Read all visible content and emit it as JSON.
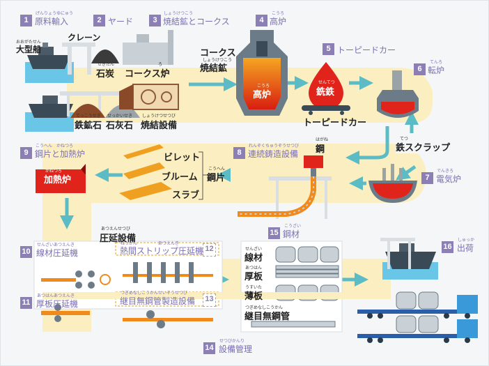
{
  "steps": {
    "s1": {
      "num": "1",
      "title": "原料輸入",
      "ruby": "げんりょうゆにゅう"
    },
    "s2": {
      "num": "2",
      "title": "ヤード"
    },
    "s3": {
      "num": "3",
      "title": "焼結鉱とコークス",
      "ruby": "しょうけつこう"
    },
    "s4": {
      "num": "4",
      "title": "高炉",
      "ruby": "こうろ"
    },
    "s5": {
      "num": "5",
      "title": "トーピードカー"
    },
    "s6": {
      "num": "6",
      "title": "転炉",
      "ruby": "てんろ"
    },
    "s7": {
      "num": "7",
      "title": "電気炉",
      "ruby": "でんきろ"
    },
    "s8": {
      "num": "8",
      "title": "連続鋳造設備",
      "ruby": "れんぞくちゅうぞうせつび"
    },
    "s9": {
      "num": "9",
      "title": "鋼片と加熱炉",
      "ruby": "こうへん　かねつろ"
    },
    "s10": {
      "num": "10",
      "title": "線材圧延機",
      "ruby": "せんざいあつえんき"
    },
    "s11": {
      "num": "11",
      "title": "厚板圧延機",
      "ruby": "あつはんあつえんき"
    },
    "s12": {
      "num": "12",
      "title": "熱間ストリップ圧延機",
      "ruby": "ねっかん　　　　　あつえんき"
    },
    "s13": {
      "num": "13",
      "title": "継目無鋼管製造設備",
      "ruby": "つぎめなしこうかんせいぞうせつび"
    },
    "s14": {
      "num": "14",
      "title": "設備管理",
      "ruby": "せつびかんり"
    },
    "s15": {
      "num": "15",
      "title": "鋼材",
      "ruby": "こうざい"
    },
    "s16": {
      "num": "16",
      "title": "出荷",
      "ruby": "しゅっか"
    }
  },
  "labels": {
    "ship_big": "大型船",
    "ship_big_ruby": "おおがたせん",
    "crane": "クレーン",
    "coal": "石炭",
    "coal_ruby": "せきたん",
    "coke_oven": "コークス炉",
    "coke_oven_ruby": "ろ",
    "iron_ore": "鉄鉱石",
    "iron_ore_ruby": "てっこうせき",
    "limestone": "石灰石",
    "limestone_ruby": "せっかいせき",
    "sinter_plant": "焼結設備",
    "sinter_plant_ruby": "しょうけつせつび",
    "coke": "コークス",
    "sinter_ore": "焼結鉱",
    "sinter_ore_ruby": "しょうけつこう",
    "blast_furnace": "高炉",
    "blast_furnace_ruby": "こうろ",
    "pig_iron": "銑鉄",
    "pig_iron_ruby": "せんてつ",
    "torpedo_car": "トーピードカー",
    "iron_scrap": "鉄スクラップ",
    "iron_scrap_ruby": "てつ",
    "steel": "鋼",
    "steel_ruby": "はがね",
    "billet": "ビレット",
    "bloom": "ブルーム",
    "slab": "スラブ",
    "steel_piece": "鋼片",
    "steel_piece_ruby": "こうへん",
    "heating_furnace": "加熱炉",
    "heating_furnace_ruby": "かねつろ",
    "rolling": "圧延設備",
    "rolling_ruby": "あつえんせつび",
    "wire_rod": "線材",
    "wire_rod_ruby": "せんざい",
    "thick_plate": "厚板",
    "thick_plate_ruby": "あつはん",
    "thin_plate": "薄板",
    "thin_plate_ruby": "うすいた",
    "seamless_pipe": "継目無鋼管",
    "seamless_pipe_ruby": "つぎめなしこうかん"
  },
  "colors": {
    "accent": "#8c7fb5",
    "flow": "#fbefc2",
    "arrow": "#5bbcc6",
    "molten": "#e0231b",
    "orange": "#f08a1c",
    "steel": "#6b7c88"
  }
}
